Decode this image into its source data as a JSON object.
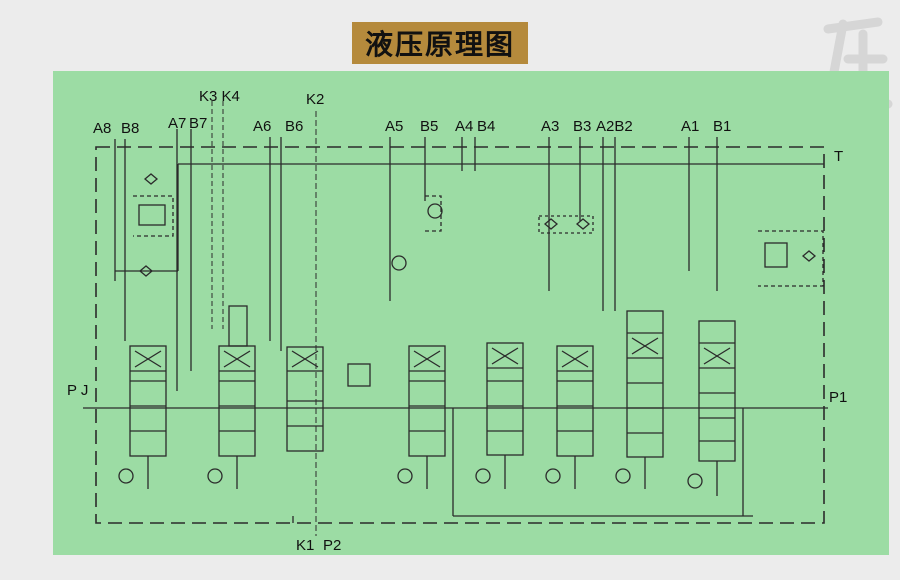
{
  "title": "液压原理图",
  "colors": {
    "panel": "#9cdca4",
    "title_bg": "#b58a3c",
    "line": "#2b2b2b",
    "page": "#ececec"
  },
  "ports_top": [
    "A8",
    "B8",
    "A7",
    "B7",
    "A6",
    "B6",
    "A5",
    "B5",
    "A4",
    "B4",
    "A3",
    "B3",
    "A2B2",
    "A1",
    "B1"
  ],
  "pilot_top": [
    "K3 K4",
    "K2"
  ],
  "port_t": "T",
  "port_pj": "P J",
  "port_p1": "P1",
  "ports_bottom": [
    "K1",
    "P2"
  ]
}
